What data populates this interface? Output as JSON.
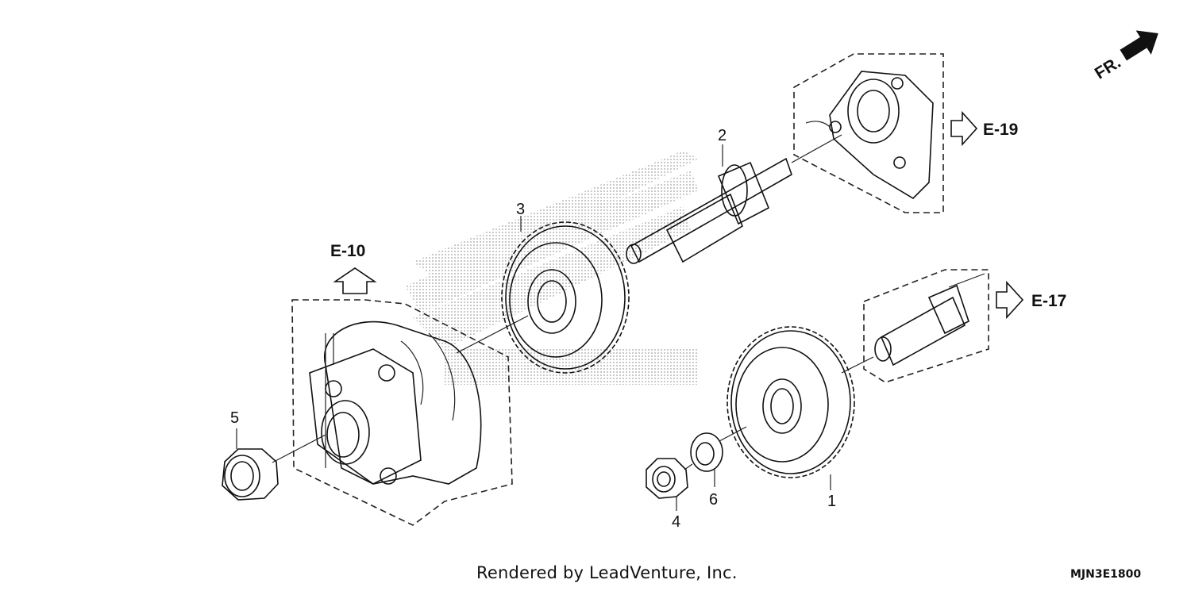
{
  "diagram": {
    "callouts": [
      "1",
      "2",
      "3",
      "4",
      "5",
      "6"
    ],
    "references": {
      "e10": "E-10",
      "e17": "E-17",
      "e19": "E-19"
    },
    "direction_label": "FR.",
    "footer": {
      "credit": "Rendered by LeadVenture, Inc.",
      "code": "MJN3E1800"
    }
  }
}
